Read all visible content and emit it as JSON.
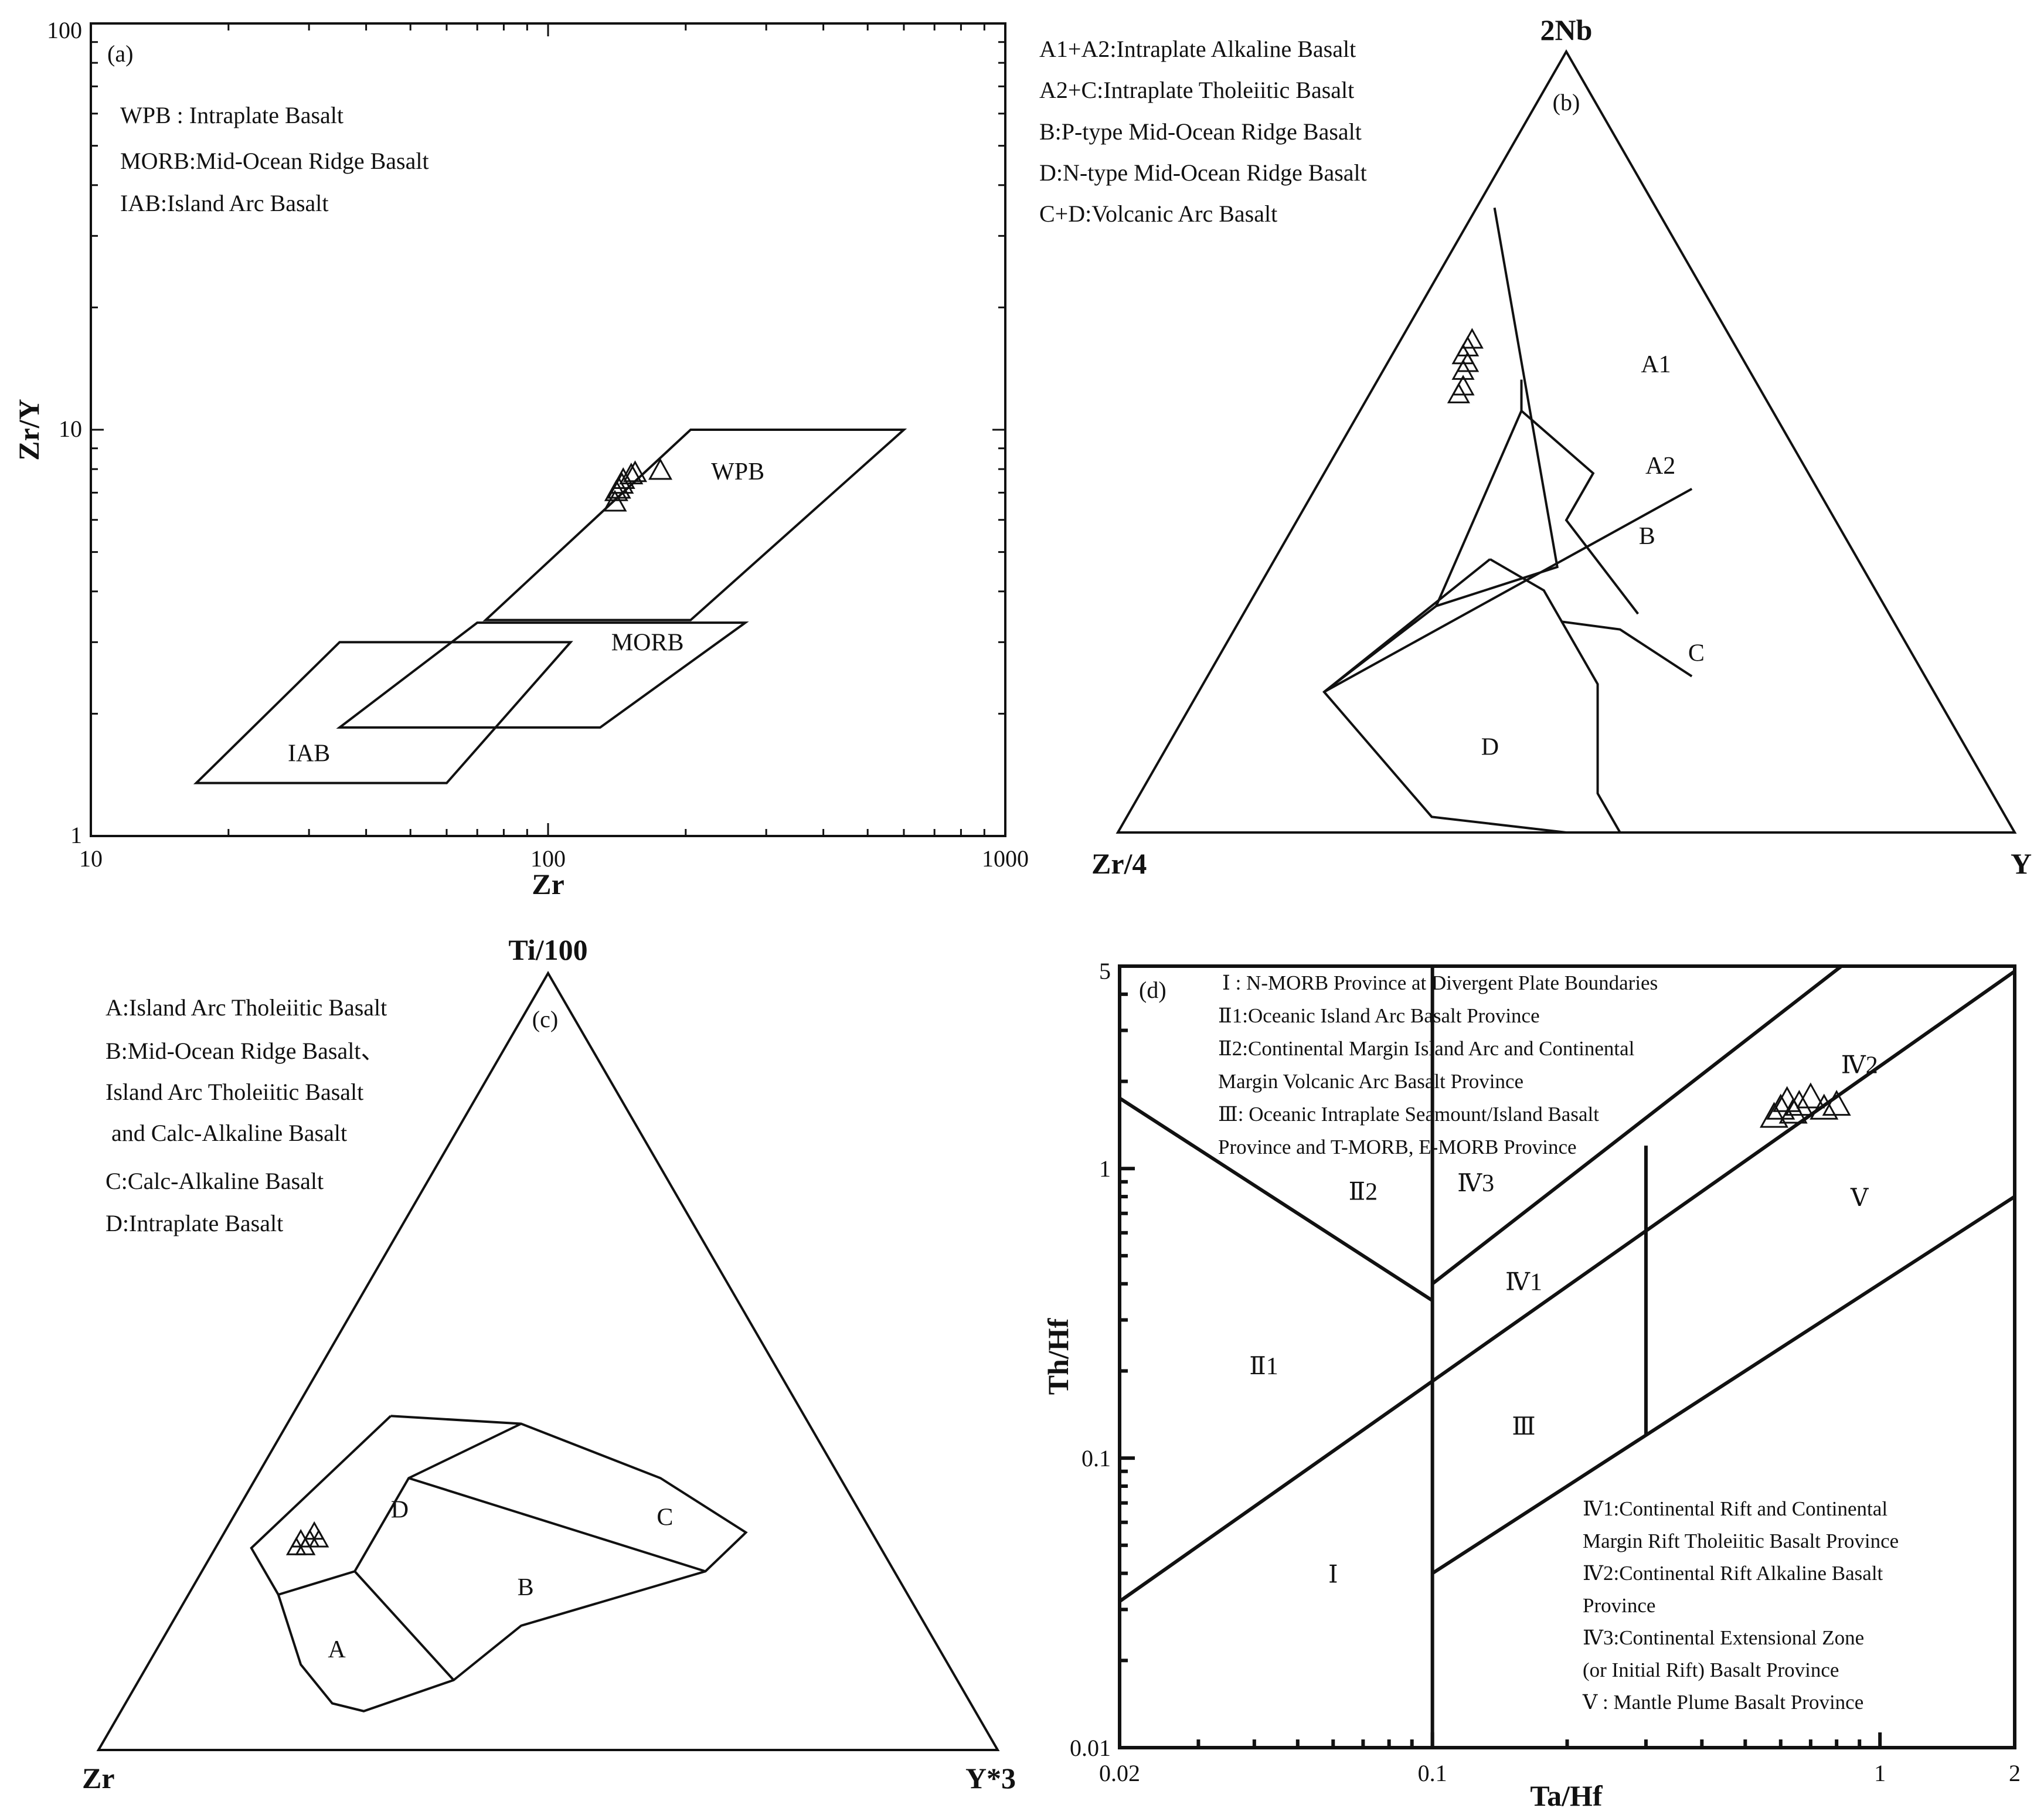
{
  "chart_data": [
    {
      "panel": "(a)",
      "type": "scatter",
      "scale": "log-log",
      "xlabel": "Zr",
      "ylabel": "Zr/Y",
      "xlim": [
        10,
        1000
      ],
      "ylim": [
        1,
        100
      ],
      "xticks": [
        "10",
        "100",
        "1000"
      ],
      "yticks": [
        "1",
        "10",
        "100"
      ],
      "legend": [
        "WPB : Intraplate Basalt",
        "MORB:Mid-Ocean Ridge Basalt",
        "IAB:Island Arc Basalt"
      ],
      "fields": [
        {
          "label": "WPB",
          "label_at": [
            260,
            7.9
          ],
          "polygon": [
            [
              73,
              3.4
            ],
            [
              205,
              10
            ],
            [
              600,
              10
            ],
            [
              205,
              3.4
            ]
          ]
        },
        {
          "label": "MORB",
          "label_at": [
            165,
            3.0
          ],
          "polygon": [
            [
              35,
              1.85
            ],
            [
              70,
              3.35
            ],
            [
              270,
              3.35
            ],
            [
              130,
              1.85
            ]
          ]
        },
        {
          "label": "IAB",
          "label_at": [
            30,
            1.6
          ],
          "polygon": [
            [
              17,
              1.35
            ],
            [
              35,
              3.0
            ],
            [
              112,
              3.0
            ],
            [
              60,
              1.35
            ]
          ]
        }
      ],
      "points": [
        {
          "x": 140,
          "y": 6.6
        },
        {
          "x": 141,
          "y": 7.0
        },
        {
          "x": 143,
          "y": 7.1
        },
        {
          "x": 145,
          "y": 7.3
        },
        {
          "x": 146,
          "y": 7.5
        },
        {
          "x": 152,
          "y": 7.7
        },
        {
          "x": 155,
          "y": 7.8
        },
        {
          "x": 176,
          "y": 7.9
        }
      ]
    },
    {
      "panel": "(b)",
      "type": "ternary",
      "vertices": {
        "top": "2Nb",
        "left": "Zr/4",
        "right": "Y"
      },
      "legend": [
        "A1+A2:Intraplate Alkaline Basalt",
        "A2+C:Intraplate Tholeiitic Basalt",
        "B:P-type Mid-Ocean Ridge Basalt",
        "D:N-type Mid-Ocean Ridge Basalt",
        "C+D:Volcanic Arc Basalt"
      ],
      "fields": [
        {
          "label": "A1",
          "label_at": [
            0.6,
            0.3
          ]
        },
        {
          "label": "A2",
          "label_at": [
            0.47,
            0.37
          ]
        },
        {
          "label": "B",
          "label_at": [
            0.38,
            0.4
          ]
        },
        {
          "label": "C",
          "label_at": [
            0.23,
            0.53
          ]
        },
        {
          "label": "D",
          "label_at": [
            0.11,
            0.36
          ]
        }
      ],
      "boundaries": [
        [
          [
            0.8,
            0.18,
            0.02
          ],
          [
            0.34,
            0.34,
            0.32
          ],
          [
            0.29,
            0.5,
            0.21
          ],
          [
            0.18,
            0.68,
            0.14
          ],
          [
            0.02,
            0.64,
            0.34
          ],
          [
            0.0,
            0.5,
            0.5
          ]
        ],
        [
          [
            0.29,
            0.5,
            0.21
          ],
          [
            0.54,
            0.28,
            0.18
          ],
          [
            0.58,
            0.26,
            0.16
          ]
        ],
        [
          [
            0.54,
            0.28,
            0.18
          ],
          [
            0.46,
            0.24,
            0.3
          ],
          [
            0.4,
            0.3,
            0.3
          ],
          [
            0.28,
            0.28,
            0.44
          ]
        ],
        [
          [
            0.44,
            0.14,
            0.42
          ],
          [
            0.18,
            0.68,
            0.14
          ],
          [
            0.35,
            0.41,
            0.24
          ]
        ],
        [
          [
            0.35,
            0.41,
            0.24
          ],
          [
            0.31,
            0.37,
            0.32
          ],
          [
            0.27,
            0.37,
            0.36
          ],
          [
            0.19,
            0.37,
            0.44
          ],
          [
            0.05,
            0.44,
            0.51
          ],
          [
            0.0,
            0.44,
            0.56
          ]
        ],
        [
          [
            0.27,
            0.37,
            0.36
          ],
          [
            0.26,
            0.31,
            0.43
          ],
          [
            0.2,
            0.26,
            0.54
          ]
        ]
      ],
      "points": [
        [
          0.63,
          0.29,
          0.08
        ],
        [
          0.62,
          0.3,
          0.08
        ],
        [
          0.61,
          0.31,
          0.08
        ],
        [
          0.6,
          0.31,
          0.09
        ],
        [
          0.59,
          0.32,
          0.09
        ],
        [
          0.57,
          0.33,
          0.1
        ],
        [
          0.56,
          0.34,
          0.1
        ]
      ]
    },
    {
      "panel": "(c)",
      "type": "ternary",
      "vertices": {
        "top": "Ti/100",
        "left": "Zr",
        "right": "Y*3"
      },
      "legend": [
        "A:Island Arc Tholeiitic Basalt",
        "B:Mid-Ocean Ridge Basalt、",
        "Island Arc Tholeiitic Basalt",
        " and Calc-Alkaline Basalt",
        "C:Calc-Alkaline Basalt",
        "D:Intraplate Basalt"
      ],
      "fields": [
        {
          "label": "A",
          "label_at": [
            0.13,
            0.67,
            0.2
          ]
        },
        {
          "label": "B",
          "label_at": [
            0.21,
            0.42,
            0.37
          ]
        },
        {
          "label": "C",
          "label_at": [
            0.3,
            0.22,
            0.48
          ]
        },
        {
          "label": "D",
          "label_at": [
            0.31,
            0.51,
            0.18
          ]
        }
      ],
      "boundaries": [
        [
          [
            0.43,
            0.46,
            0.11
          ],
          [
            0.42,
            0.32,
            0.26
          ],
          [
            0.35,
            0.2,
            0.45
          ],
          [
            0.28,
            0.14,
            0.58
          ],
          [
            0.23,
            0.21,
            0.56
          ],
          [
            0.16,
            0.45,
            0.39
          ],
          [
            0.09,
            0.56,
            0.35
          ],
          [
            0.05,
            0.68,
            0.27
          ],
          [
            0.06,
            0.71,
            0.23
          ],
          [
            0.11,
            0.72,
            0.17
          ],
          [
            0.2,
            0.7,
            0.1
          ],
          [
            0.26,
            0.7,
            0.04
          ],
          [
            0.43,
            0.46,
            0.11
          ]
        ],
        [
          [
            0.2,
            0.7,
            0.1
          ],
          [
            0.23,
            0.6,
            0.17
          ],
          [
            0.35,
            0.48,
            0.17
          ],
          [
            0.42,
            0.32,
            0.26
          ]
        ],
        [
          [
            0.35,
            0.48,
            0.17
          ],
          [
            0.23,
            0.21,
            0.56
          ]
        ],
        [
          [
            0.23,
            0.6,
            0.17
          ],
          [
            0.09,
            0.56,
            0.35
          ]
        ]
      ],
      "points": [
        [
          0.27,
          0.64,
          0.09
        ],
        [
          0.26,
          0.65,
          0.09
        ],
        [
          0.27,
          0.63,
          0.1
        ],
        [
          0.26,
          0.64,
          0.1
        ],
        [
          0.28,
          0.62,
          0.1
        ],
        [
          0.27,
          0.62,
          0.11
        ]
      ]
    },
    {
      "panel": "(d)",
      "type": "scatter",
      "scale": "log-log",
      "xlabel": "Ta/Hf",
      "ylabel": "Th/Hf",
      "xlim": [
        0.02,
        2
      ],
      "ylim": [
        0.01,
        5
      ],
      "xticks": [
        "0.02",
        "0.1",
        "1",
        "2"
      ],
      "yticks": [
        "0.01",
        "0.1",
        "1",
        "5"
      ],
      "legend_top": [
        "Ⅰ : N-MORB Province at Divergent Plate Boundaries",
        "Ⅱ1:Oceanic Island Arc Basalt Province",
        "Ⅱ2:Continental Margin Island Arc and Continental",
        "Margin Volcanic Arc Basalt Province",
        "Ⅲ: Oceanic Intraplate Seamount/Island Basalt",
        "Province and T-MORB, E-MORB Province"
      ],
      "legend_bottom": [
        "Ⅳ1:Continental Rift and Continental",
        "Margin Rift Tholeiitic Basalt Province",
        "Ⅳ2:Continental Rift Alkaline Basalt",
        "Province",
        "Ⅳ3:Continental Extensional Zone",
        "(or Initial Rift) Basalt Province",
        "Ⅴ : Mantle Plume Basalt Province"
      ],
      "fields": [
        {
          "label": "Ⅰ",
          "label_at": [
            0.06,
            0.04
          ]
        },
        {
          "label": "Ⅱ1",
          "label_at": [
            0.042,
            0.21
          ]
        },
        {
          "label": "Ⅱ2",
          "label_at": [
            0.07,
            0.84
          ]
        },
        {
          "label": "Ⅲ",
          "label_at": [
            0.16,
            0.13
          ]
        },
        {
          "label": "Ⅳ1",
          "label_at": [
            0.16,
            0.41
          ]
        },
        {
          "label": "Ⅳ2",
          "label_at": [
            0.9,
            2.3
          ]
        },
        {
          "label": "Ⅳ3",
          "label_at": [
            0.125,
            0.9
          ]
        },
        {
          "label": "Ⅴ",
          "label_at": [
            0.9,
            0.8
          ]
        }
      ],
      "boundaries": [
        [
          [
            0.02,
            0.032
          ],
          [
            2,
            4.8
          ]
        ],
        [
          [
            0.1,
            0.4
          ],
          [
            0.82,
            5
          ]
        ],
        [
          [
            0.1,
            0.04
          ],
          [
            2,
            0.8
          ]
        ],
        [
          [
            0.02,
            1.75
          ],
          [
            0.1,
            0.35
          ]
        ],
        [
          [
            0.1,
            0.01
          ],
          [
            0.1,
            5
          ]
        ],
        [
          [
            0.3,
            0.12
          ],
          [
            0.3,
            1.2
          ]
        ]
      ],
      "points": [
        {
          "x": 0.58,
          "y": 1.5
        },
        {
          "x": 0.6,
          "y": 1.6
        },
        {
          "x": 0.62,
          "y": 1.7
        },
        {
          "x": 0.64,
          "y": 1.55
        },
        {
          "x": 0.66,
          "y": 1.65
        },
        {
          "x": 0.7,
          "y": 1.75
        },
        {
          "x": 0.75,
          "y": 1.6
        },
        {
          "x": 0.8,
          "y": 1.65
        }
      ]
    }
  ]
}
